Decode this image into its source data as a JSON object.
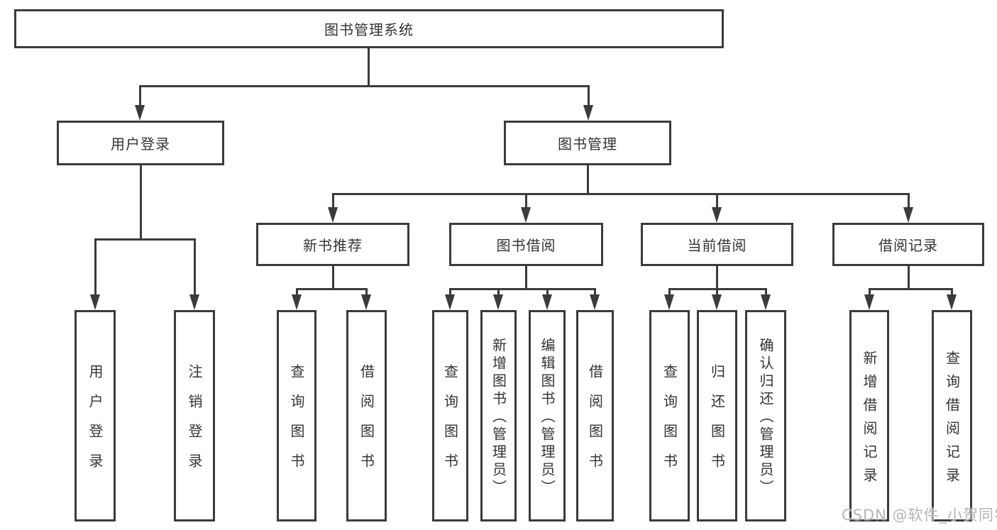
{
  "diagram_title": "图书管理系统",
  "tree": {
    "root": {
      "label": "图书管理系统"
    },
    "branches": [
      {
        "label": "用户登录",
        "children": [
          {
            "label": "用户登录"
          },
          {
            "label": "注销登录"
          }
        ]
      },
      {
        "label": "图书管理",
        "children": [
          {
            "label": "新书推荐",
            "children": [
              {
                "label": "查询图书"
              },
              {
                "label": "借阅图书"
              }
            ]
          },
          {
            "label": "图书借阅",
            "children": [
              {
                "label": "查询图书"
              },
              {
                "label": "新增图书（管理员）"
              },
              {
                "label": "编辑图书（管理员）"
              },
              {
                "label": "借阅图书"
              }
            ]
          },
          {
            "label": "当前借阅",
            "children": [
              {
                "label": "查询图书"
              },
              {
                "label": "归还图书"
              },
              {
                "label": "确认归还（管理员）"
              }
            ]
          },
          {
            "label": "借阅记录",
            "children": [
              {
                "label": "新增借阅记录"
              },
              {
                "label": "查询借阅记录"
              }
            ]
          }
        ]
      }
    ]
  },
  "colors": {
    "line": "#3b3b3b",
    "text": "#333333",
    "background": "#ffffff",
    "watermark": "#b5b5b5"
  },
  "watermark": {
    "text": "CSDN @软件_小贺同学"
  }
}
